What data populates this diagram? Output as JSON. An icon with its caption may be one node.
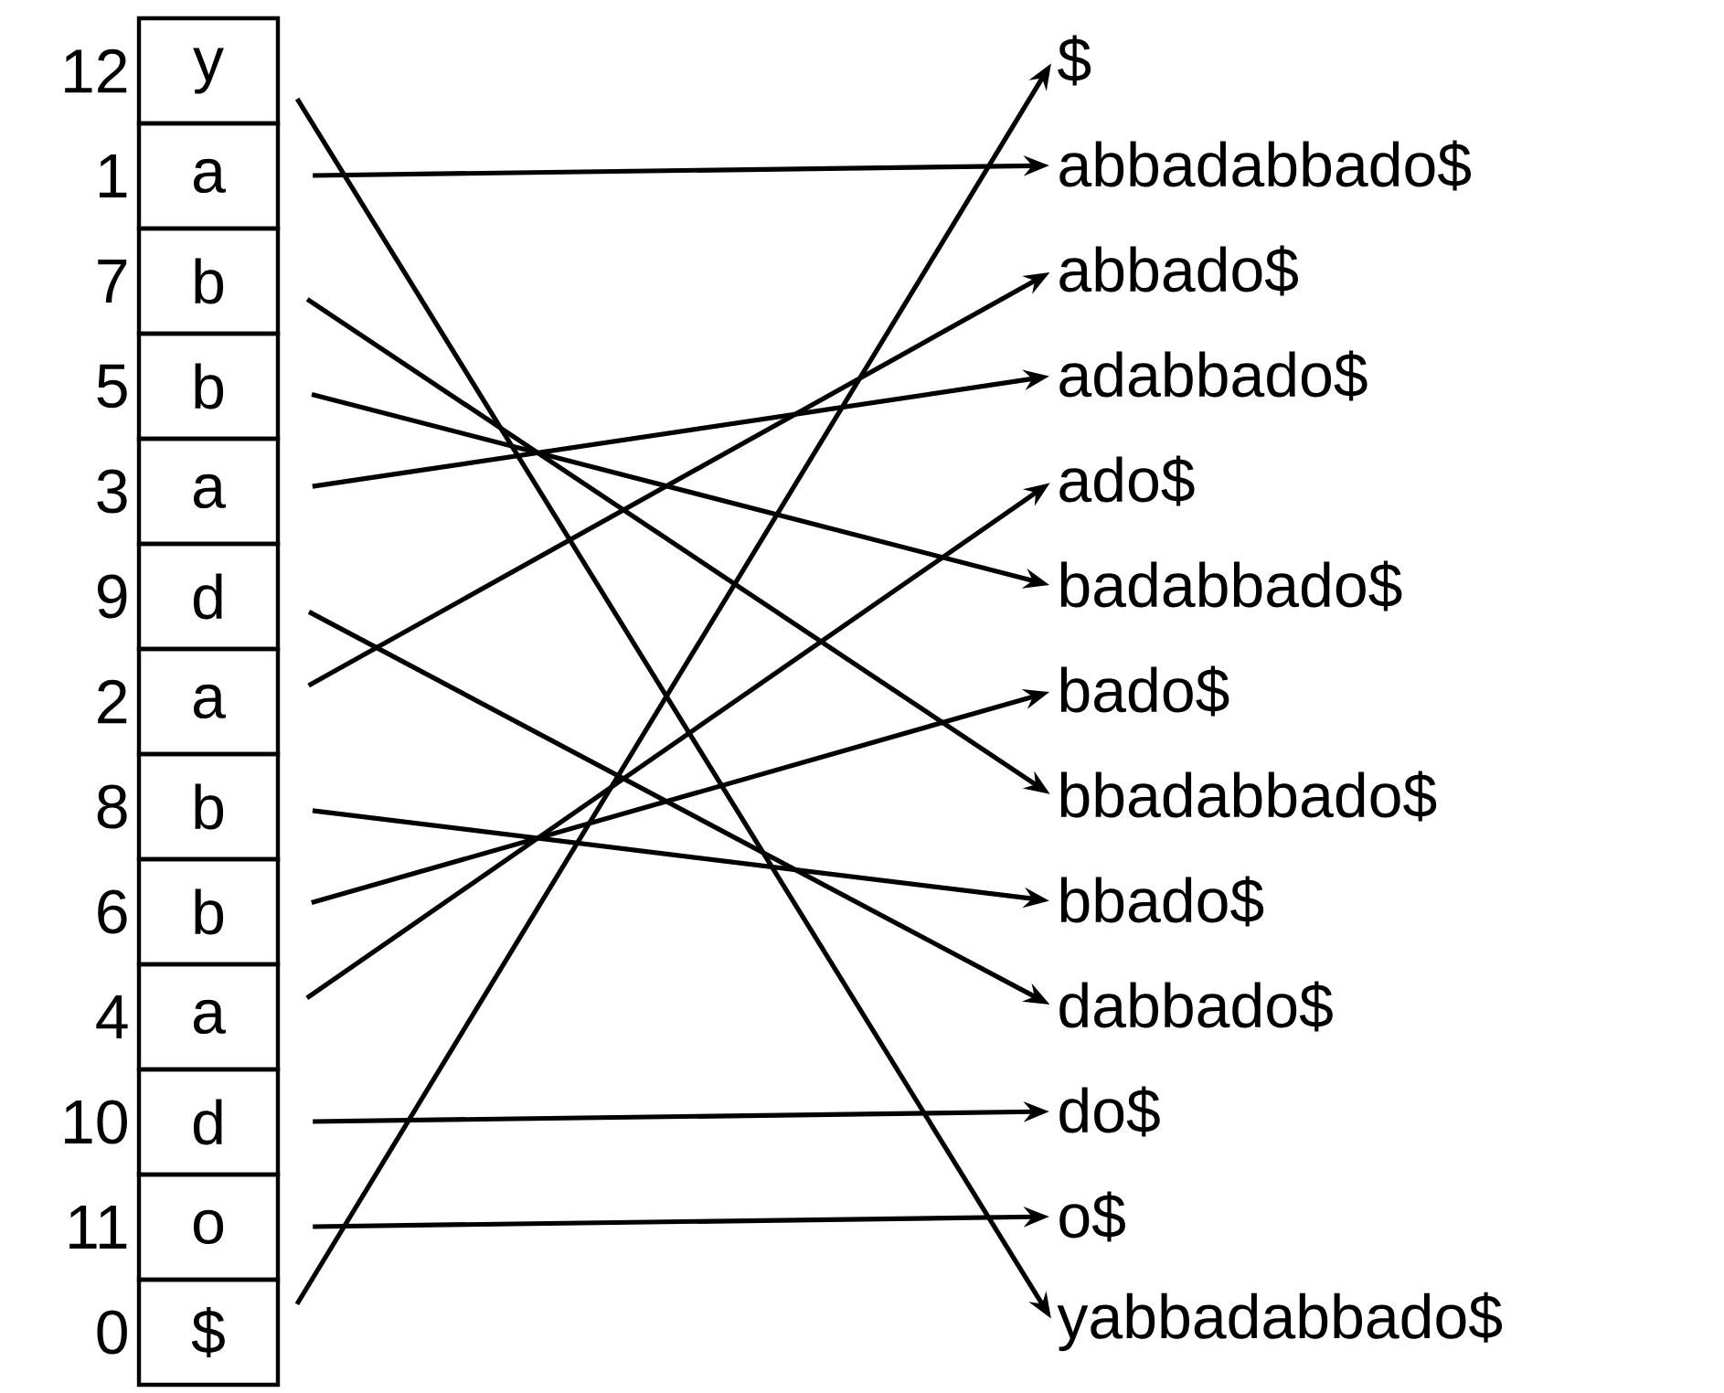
{
  "diagram": {
    "nodes": [
      {
        "text": [
          "y"
        ],
        "beside": [
          "12"
        ]
      },
      {
        "text": [
          "a"
        ],
        "beside": [
          "1"
        ]
      },
      {
        "text": [
          "b"
        ],
        "beside": [
          "7"
        ]
      },
      {
        "text": [
          "b"
        ],
        "beside": [
          "5"
        ]
      },
      {
        "text": [
          "a"
        ],
        "beside": [
          "3"
        ]
      },
      {
        "text": [
          "d"
        ],
        "beside": [
          "9"
        ]
      },
      {
        "text": [
          "a"
        ],
        "beside": [
          "2"
        ]
      },
      {
        "text": [
          "b"
        ],
        "beside": [
          "8"
        ]
      },
      {
        "text": [
          "b"
        ],
        "beside": [
          "6"
        ]
      },
      {
        "text": [
          "a"
        ],
        "beside": [
          "4"
        ]
      },
      {
        "text": [
          "d"
        ],
        "beside": [
          "10"
        ]
      },
      {
        "text": [
          "o"
        ],
        "beside": [
          "11"
        ]
      },
      {
        "text": [
          "$"
        ],
        "beside": [
          "0"
        ]
      },
      {
        "text": [
          "$"
        ]
      },
      {
        "text": [
          "abbadabbado$"
        ]
      },
      {
        "text": [
          "abbado$"
        ]
      },
      {
        "text": [
          "adabbado$"
        ]
      },
      {
        "text": [
          "ado$"
        ]
      },
      {
        "text": [
          "badabbado$"
        ]
      },
      {
        "text": [
          "bado$"
        ]
      },
      {
        "text": [
          "bbadabbado$"
        ]
      },
      {
        "text": [
          "bbado$"
        ]
      },
      {
        "text": [
          "dabbado$"
        ]
      },
      {
        "text": [
          "do$"
        ]
      },
      {
        "text": [
          "o$"
        ]
      },
      {
        "text": [
          "yabbadabbado$"
        ]
      }
    ],
    "edges": [
      {
        "from": 0,
        "to": 25,
        "arrow": "to"
      },
      {
        "from": 1,
        "to": 14,
        "arrow": "to"
      },
      {
        "from": 2,
        "to": 20,
        "arrow": "to"
      },
      {
        "from": 3,
        "to": 18,
        "arrow": "to"
      },
      {
        "from": 4,
        "to": 16,
        "arrow": "to"
      },
      {
        "from": 5,
        "to": 22,
        "arrow": "to"
      },
      {
        "from": 6,
        "to": 15,
        "arrow": "to"
      },
      {
        "from": 7,
        "to": 21,
        "arrow": "to"
      },
      {
        "from": 8,
        "to": 19,
        "arrow": "to"
      },
      {
        "from": 9,
        "to": 17,
        "arrow": "to"
      },
      {
        "from": 10,
        "to": 23,
        "arrow": "to"
      },
      {
        "from": 11,
        "to": 24,
        "arrow": "to"
      },
      {
        "from": 12,
        "to": 13,
        "arrow": "to"
      }
    ]
  }
}
